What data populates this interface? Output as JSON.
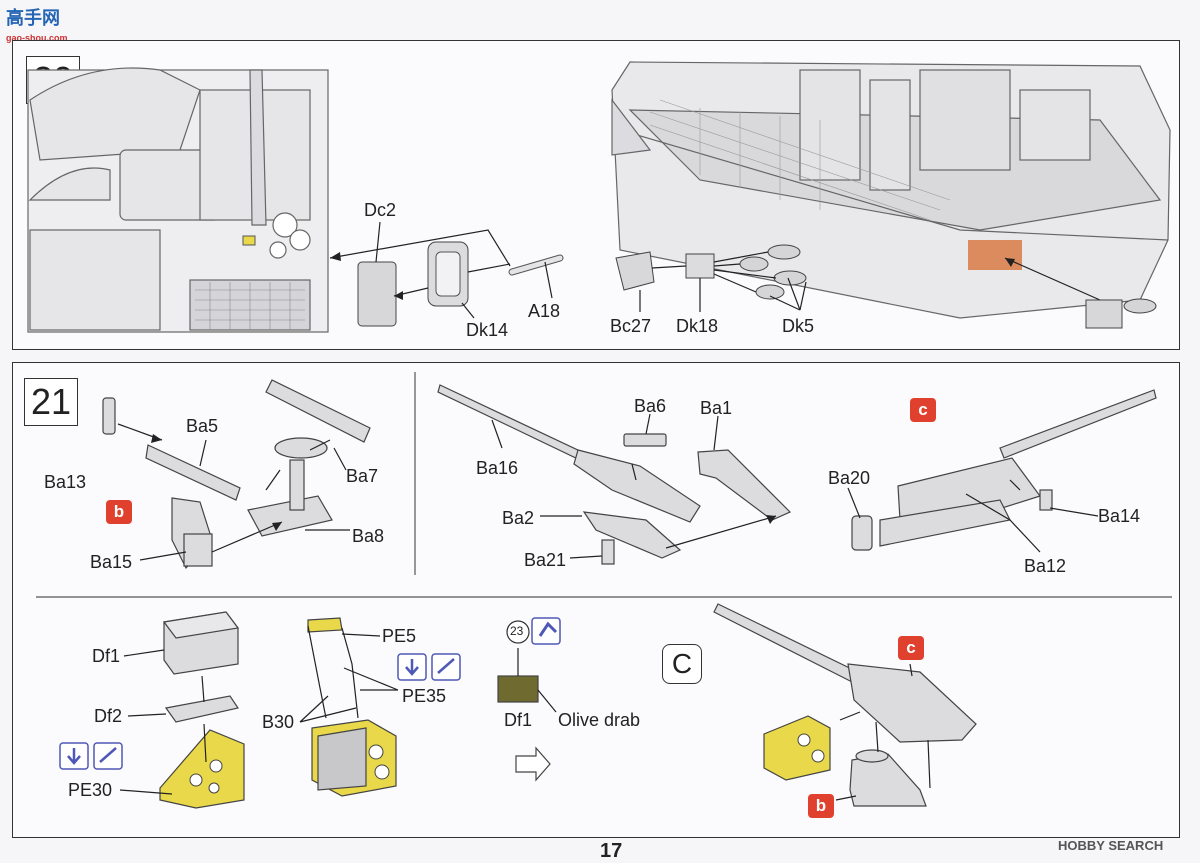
{
  "watermark_top": {
    "glyphs": "高手网",
    "sub": "gao-shou.com"
  },
  "page_number": "17",
  "watermark_bottom": "HOBBY SEARCH",
  "steps": {
    "s20": {
      "number": "20",
      "labels": [
        "Dc2",
        "Dk14",
        "A18",
        "Bc27",
        "Dk18",
        "Dk5"
      ]
    },
    "s21": {
      "number": "21",
      "labels": [
        "Ba13",
        "Ba5",
        "Ba7",
        "Ba8",
        "Ba15",
        "Ba6",
        "Ba1",
        "Ba16",
        "Ba2",
        "Ba21",
        "Ba20",
        "Ba14",
        "Ba12"
      ]
    },
    "sub": {
      "labels": [
        "Df1",
        "Df2",
        "PE30",
        "PE5",
        "PE35",
        "B30",
        "Df1",
        "Olive drab"
      ],
      "color_ref": "23",
      "marker": "C"
    }
  },
  "tags": [
    "b",
    "c",
    "c",
    "b"
  ],
  "colors": {
    "accent_red": "#e0402e",
    "pe_yellow": "#e8d84a",
    "icon_blue": "#4e58b6",
    "highlight_orange": "#d9814e"
  }
}
